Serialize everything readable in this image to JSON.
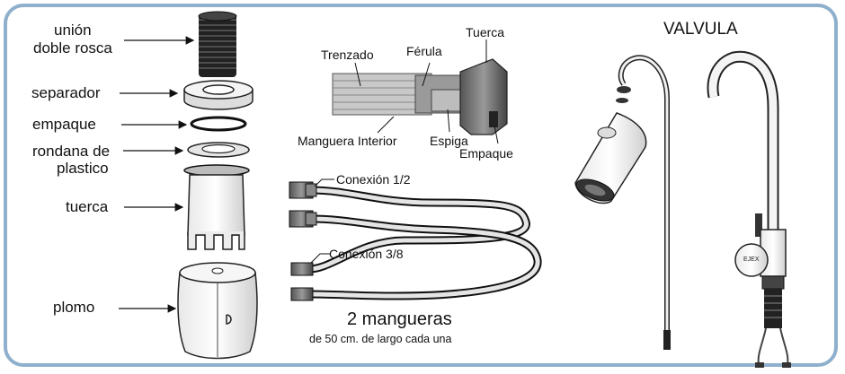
{
  "left_parts": {
    "union_line1": "unión",
    "union_line2": "doble rosca",
    "separador": "separador",
    "empaque": "empaque",
    "rondana_line1": "rondana de",
    "rondana_line2": "plastico",
    "tuerca": "tuerca",
    "plomo": "plomo"
  },
  "hose_detail": {
    "trenzado": "Trenzado",
    "ferula": "Férula",
    "tuerca": "Tuerca",
    "manguera_interior": "Manguera Interior",
    "espiga": "Espiga",
    "empaque": "Empaque"
  },
  "hoses": {
    "conexion_half": "Conexión 1/2",
    "conexion_three_eighths": "Conexión 3/8",
    "title": "2 mangueras",
    "subtitle": "de 50 cm. de largo cada una"
  },
  "valve": {
    "title": "VALVULA",
    "brand": "EJEX"
  }
}
